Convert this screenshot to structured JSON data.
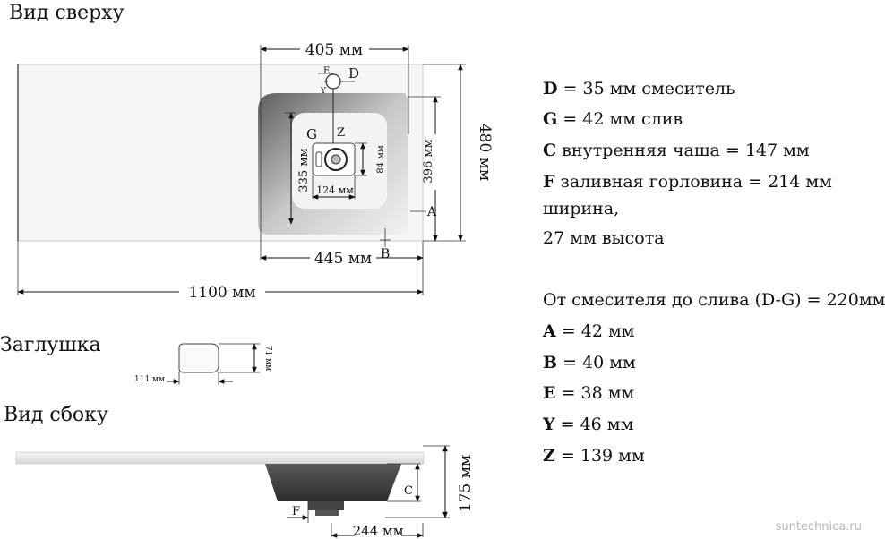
{
  "headings": {
    "top_view": "Вид сверху",
    "plug": "Заглушка",
    "side_view": "Вид сбоку"
  },
  "top_view": {
    "dim_405": "405 мм",
    "dim_480": "480 мм",
    "dim_396": "396 мм",
    "dim_335": "335 мм",
    "dim_84": "84 мм",
    "dim_124": "124 мм",
    "dim_445": "445 мм",
    "dim_1100": "1100 мм",
    "label_e": "E",
    "label_d": "D",
    "label_y": "Y",
    "label_g": "G",
    "label_z": "Z",
    "label_a": "A",
    "label_b": "B"
  },
  "plug": {
    "dim_111": "111 мм",
    "dim_71": "71 мм"
  },
  "side_view": {
    "dim_175": "175 мм",
    "dim_244": "244 мм",
    "label_c": "C",
    "label_f": "F"
  },
  "specs": {
    "d": {
      "key": "D",
      "text": " = 35 мм смеситель"
    },
    "g": {
      "key": "G",
      "text": " = 42 мм слив"
    },
    "c": {
      "key": "C",
      "text": " внутренняя чаша = 147 мм"
    },
    "f": {
      "key": "F",
      "text": " заливная горловина = 214 мм"
    },
    "f_line2": "ширина,",
    "f_line3": "27 мм высота",
    "dg": "От смесителя до слива (D-G) = 220мм",
    "a": {
      "key": "A",
      "text": " = 42 мм"
    },
    "b": {
      "key": "B",
      "text": " = 40 мм"
    },
    "e": {
      "key": "E",
      "text": " = 38 мм"
    },
    "y": {
      "key": "Y",
      "text": " = 46 мм"
    },
    "z": {
      "key": "Z",
      "text": " = 139 мм"
    }
  },
  "watermark": "suntechnica.ru"
}
